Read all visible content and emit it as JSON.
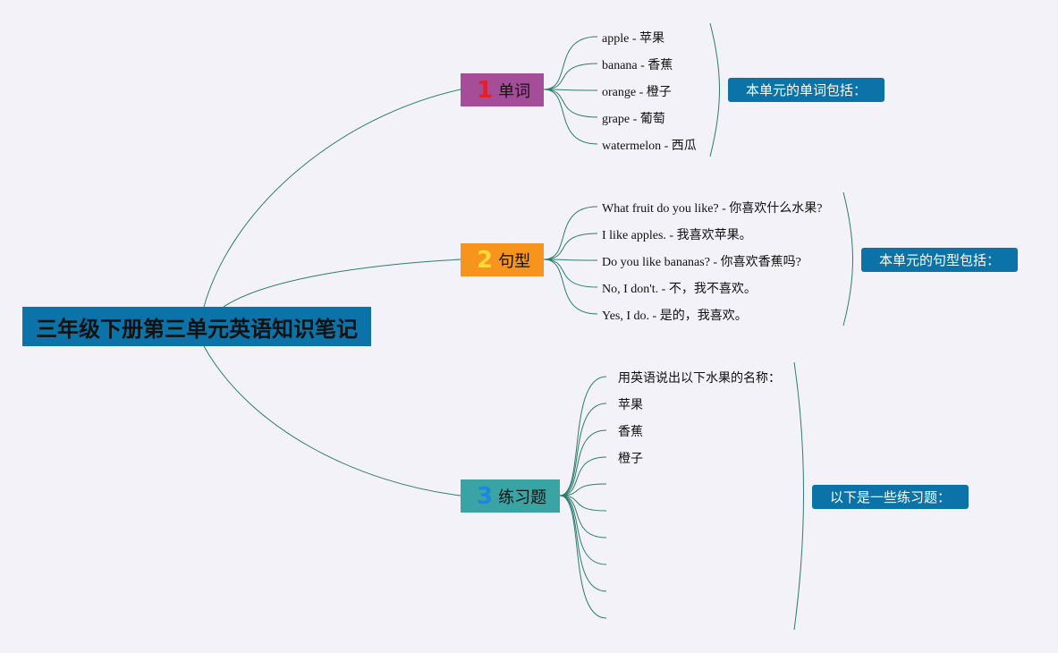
{
  "root": {
    "title": "三年级下册第三单元英语知识笔记"
  },
  "branches": [
    {
      "number": "1",
      "label": "单词",
      "summary": "本单元的单词包括：",
      "items": [
        "apple - 苹果",
        "banana - 香蕉",
        "orange - 橙子",
        "grape - 葡萄",
        "watermelon - 西瓜"
      ]
    },
    {
      "number": "2",
      "label": "句型",
      "summary": "本单元的句型包括：",
      "items": [
        "What fruit do you like? - 你喜欢什么水果?",
        "I like apples. - 我喜欢苹果。",
        "Do you like bananas? - 你喜欢香蕉吗?",
        "No, I don't. - 不，我不喜欢。",
        "Yes, I do. - 是的，我喜欢。"
      ]
    },
    {
      "number": "3",
      "label": "练习题",
      "summary": "以下是一些练习题：",
      "items": [
        "用英语说出以下水果的名称：",
        "苹果",
        "香蕉",
        "橙子",
        "",
        "",
        "",
        "",
        "",
        ""
      ]
    }
  ],
  "colors": {
    "root": "#0b73a8",
    "branch1": "#a64d99",
    "branch2": "#f7941d",
    "branch3": "#3aa3a3",
    "summary": "#0b73a8",
    "connector": "#2e7d6e"
  }
}
